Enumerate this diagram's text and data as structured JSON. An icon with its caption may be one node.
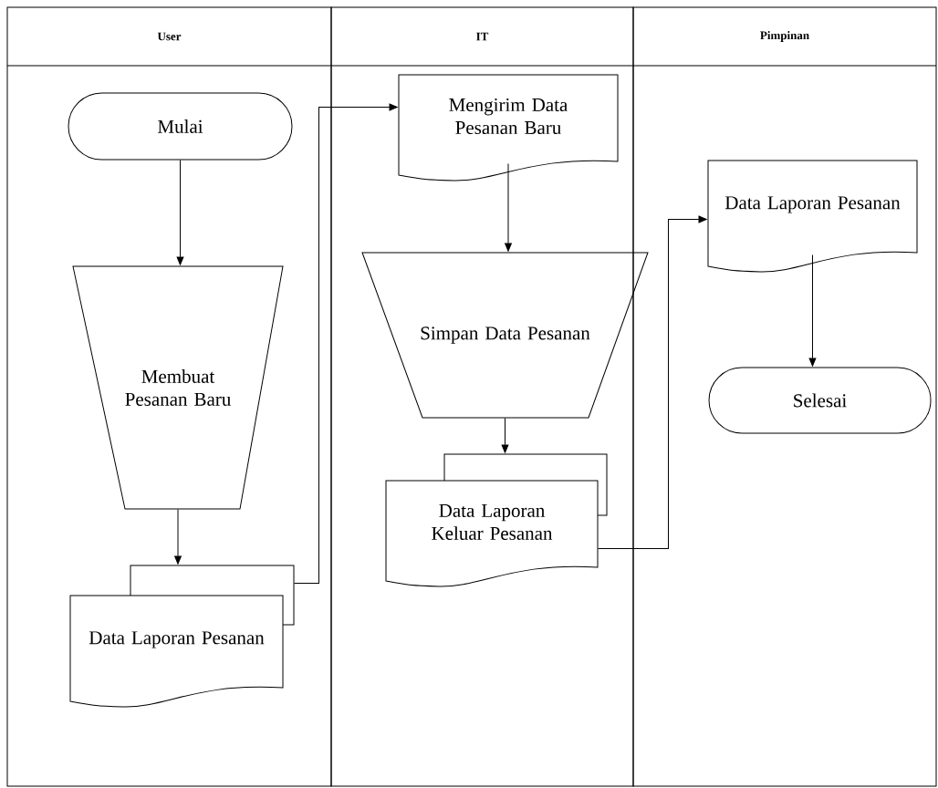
{
  "diagram": {
    "nodes": [
      {
        "text": [
          "User"
        ]
      },
      {
        "text": [
          "IT"
        ]
      },
      {
        "text": [
          "Pimpinan"
        ]
      },
      {
        "text": [
          "Mulai"
        ],
        "in": 0
      },
      {
        "text": [
          "Membuat Pesanan Baru"
        ],
        "in": 0
      },
      {
        "text": [
          "Data Laporan Pesanan"
        ],
        "in": 0
      },
      {
        "text": [
          "Mengirim Data Pesanan Baru"
        ],
        "in": 1
      },
      {
        "text": [
          "Simpan Data Pesanan"
        ],
        "in": 1
      },
      {
        "text": [
          "Data Laporan Keluar Pesanan"
        ],
        "in": 1
      },
      {
        "text": [
          "Data Laporan Pesanan"
        ],
        "in": 2
      },
      {
        "text": [
          "Selesai"
        ],
        "in": 2
      }
    ],
    "edges": [
      {
        "from": 3,
        "to": 4,
        "arrow": "to"
      },
      {
        "from": 4,
        "to": 5,
        "arrow": "to"
      },
      {
        "from": 5,
        "to": 6,
        "arrow": "to"
      },
      {
        "from": 6,
        "to": 7,
        "arrow": "to"
      },
      {
        "from": 7,
        "to": 8,
        "arrow": "to"
      },
      {
        "from": 8,
        "to": 9,
        "arrow": "to"
      },
      {
        "from": 9,
        "to": 10,
        "arrow": "to"
      }
    ]
  }
}
